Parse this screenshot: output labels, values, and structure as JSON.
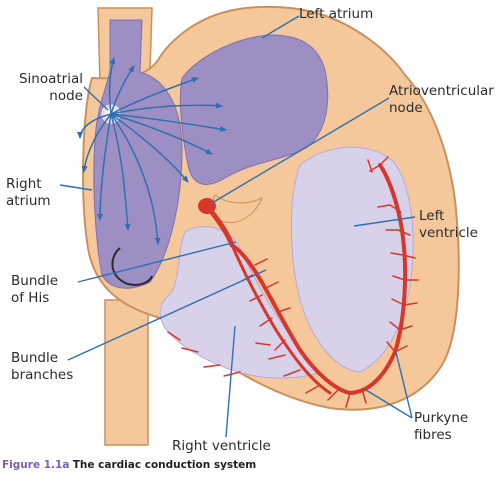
{
  "labels": {
    "left_atrium": "Left atrium",
    "sinoatrial_node": [
      "Sinoatrial",
      "node"
    ],
    "atrioventricular_node": [
      "Atrioventricular",
      "node"
    ],
    "right_atrium": [
      "Right",
      "atrium"
    ],
    "left_ventricle": [
      "Left",
      "ventricle"
    ],
    "bundle_of_his": [
      "Bundle",
      "of His"
    ],
    "bundle_branches": [
      "Bundle",
      "branches"
    ],
    "purkyne_fibres": [
      "Purkyne",
      "fibres"
    ],
    "right_ventricle": "Right ventricle"
  },
  "caption": {
    "figure_number": "Figure 1.1a",
    "title": "The cardiac conduction system"
  },
  "colors": {
    "muscle": "#f4c89a",
    "muscle_outline": "#c9915f",
    "atria_chamber": "#9d8fc4",
    "ventricle_chamber": "#d8d1ea",
    "conduction": "#d8362b",
    "leader_lines": "#2f6fb0",
    "caption_accent": "#7b5fb5"
  }
}
